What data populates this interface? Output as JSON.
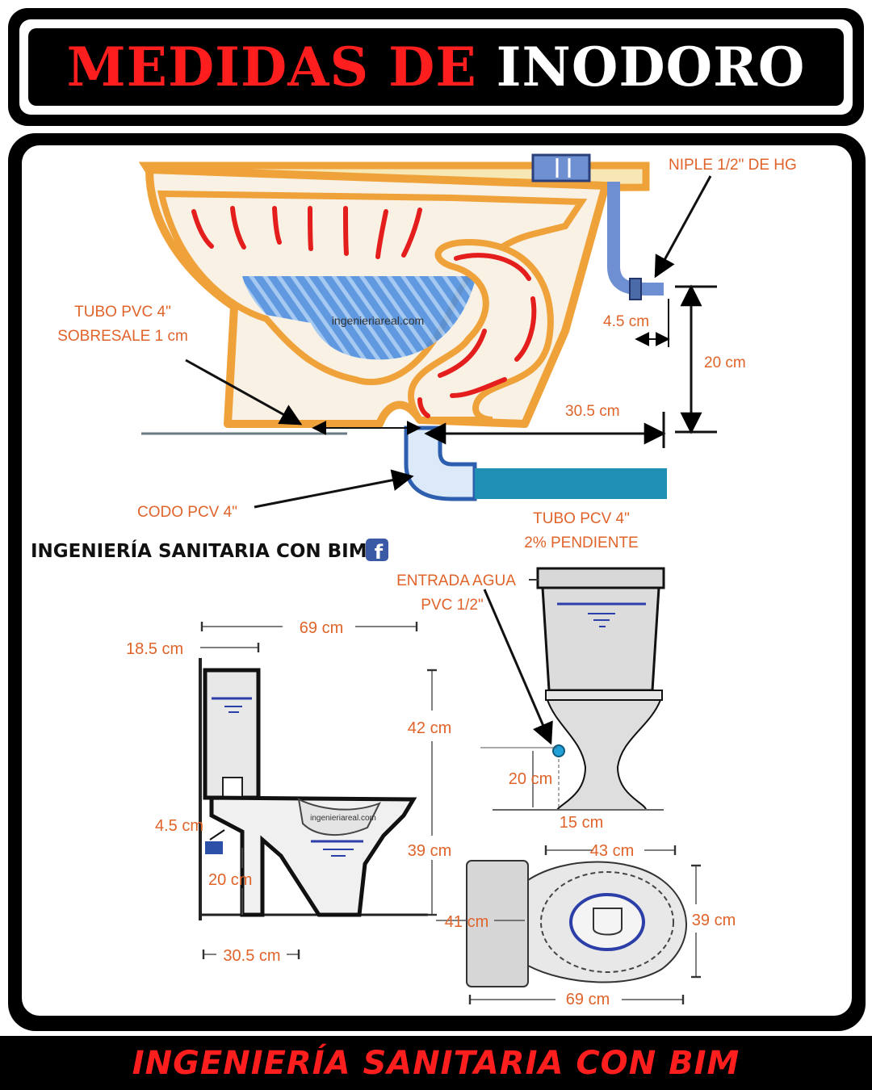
{
  "title": {
    "part1": "MEDIDAS DE",
    "part2": "INODORO"
  },
  "colors": {
    "accent_red": "#ff1e1e",
    "label_orange": "#e0632a",
    "pipe_blue": "#1f8fb3",
    "water_blue": "#3d7fd6"
  },
  "section_diagram": {
    "niple_label": "NIPLE 1/2\" DE HG",
    "tubo_sobresale_line1": "TUBO PVC 4\"",
    "tubo_sobresale_line2": "SOBRESALE 1 cm",
    "watermark": "ingenieriareal.com",
    "dim_4_5": "4.5 cm",
    "dim_20": "20 cm",
    "dim_30_5": "30.5 cm",
    "codo_label": "CODO PCV 4\"",
    "tubo_pendiente_line1": "TUBO PCV 4\"",
    "tubo_pendiente_line2": "2% PENDIENTE"
  },
  "brand_label": "INGENIERÍA SANITARIA CON BIM",
  "brand_icon": "facebook-icon",
  "side_view": {
    "dim_69": "69 cm",
    "dim_18_5": "18.5 cm",
    "dim_42": "42 cm",
    "dim_4_5": "4.5 cm",
    "dim_39": "39 cm",
    "dim_20": "20 cm",
    "dim_30_5": "30.5 cm",
    "watermark": "ingenieriareal.com"
  },
  "front_view": {
    "entrada_line1": "ENTRADA AGUA",
    "entrada_line2": "PVC 1/2\"",
    "dim_20": "20 cm",
    "dim_15": "15 cm"
  },
  "top_view": {
    "dim_43": "43 cm",
    "dim_41": "41 cm",
    "dim_39": "39 cm",
    "dim_69": "69 cm"
  },
  "footer": "INGENIERÍA SANITARIA CON BIM"
}
